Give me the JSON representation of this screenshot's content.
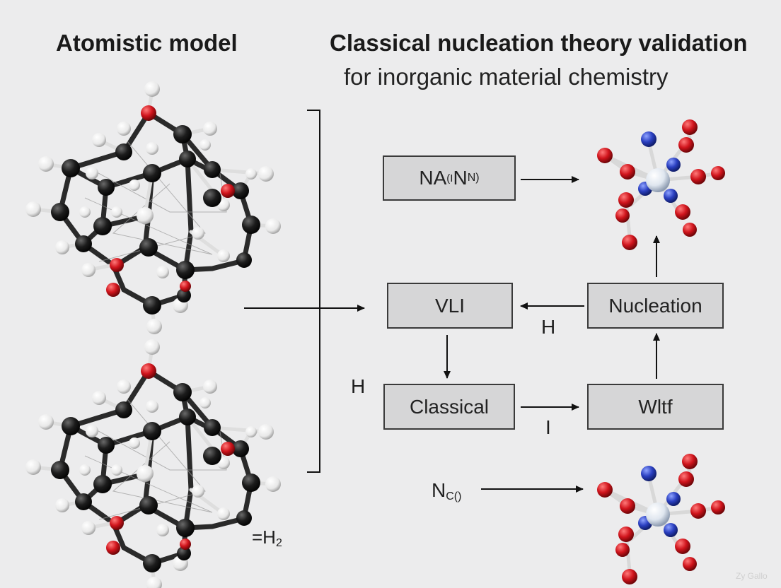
{
  "titles": {
    "left": "Atomistic model",
    "right": "Classical nucleation theory validation",
    "right_sub": "for inorganic material chemistry"
  },
  "boxes": {
    "top": {
      "main": "NA",
      "sup": "(I",
      "tail": "N",
      "sub": "N)"
    },
    "vli": "VLI",
    "nucleation": "Nucleation",
    "classical": "Classical",
    "wltf": "Wltf"
  },
  "labels": {
    "h_between": "H",
    "h_left": "H",
    "i_under": "I",
    "nc_main": "N",
    "nc_sub": "C()",
    "h2_formula": "=H",
    "h2_sub": "2"
  },
  "watermark": "Zy Gallo",
  "colors": {
    "carbon": "#1c1c1c",
    "hydrogen": "#f4f4f4",
    "oxygen": "#c8121c",
    "nitrogen": "#2a3fc0",
    "metal_center": "#dfe6ef",
    "box_fill": "#d6d6d7"
  },
  "icons": {
    "molecule_top": "organic-cage-molecule",
    "molecule_bottom": "organic-cage-molecule",
    "cluster_top": "metal-oxygen-cluster",
    "cluster_bottom": "metal-oxygen-cluster"
  }
}
